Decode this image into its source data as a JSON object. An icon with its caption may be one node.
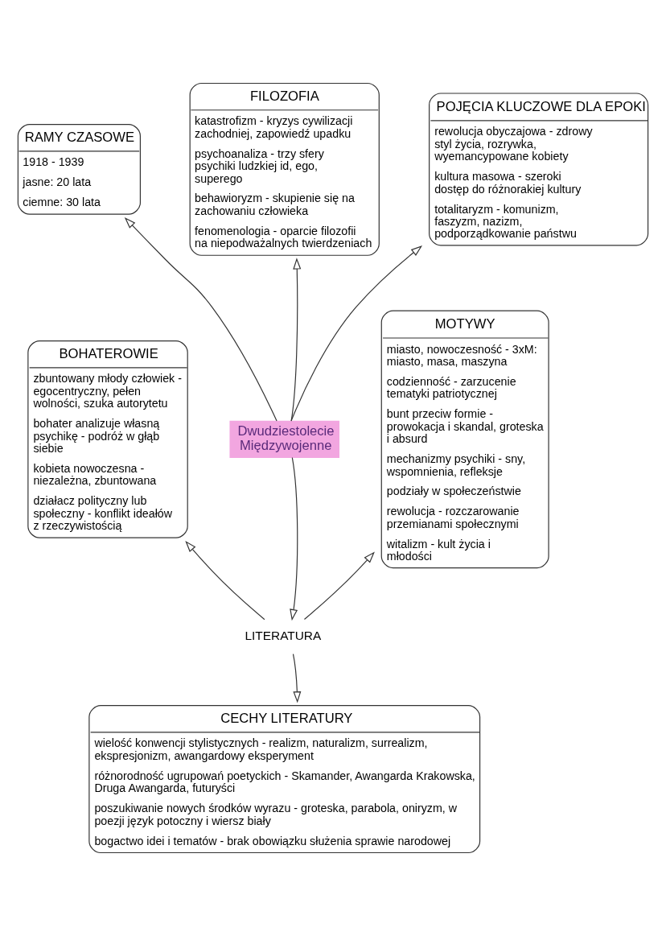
{
  "diagram": {
    "nodes": [
      {
        "text": [
          "RAMY CZASOWE",
          "1918 - 1939",
          "jasne: 20 lata",
          "ciemne: 30 lata"
        ]
      },
      {
        "text": [
          "FILOZOFIA",
          "katastrofizm - kryzys cywilizacji zachodniej, zapowiedź upadku",
          "psychoanaliza - trzy sfery psychiki ludzkiej id, ego, superego",
          "behawioryzm - skupienie się na zachowaniu człowieka",
          "fenomenologia - oparcie filozofii na niepodważalnych twierdzeniach"
        ]
      },
      {
        "text": [
          "POJĘCIA KLUCZOWE DLA EPOKI",
          "rewolucja obyczajowa - zdrowy styl życia, rozrywka, wyemancypowane kobiety",
          "kultura masowa - szeroki dostęp do różnorakiej kultury",
          "totalitaryzm - komunizm, faszyzm, nazizm, podporządkowanie państwu"
        ]
      },
      {
        "text": [
          "BOHATEROWIE",
          "zbuntowany młody człowiek - egocentryczny, pełen wolności, szuka autorytetu",
          "bohater analizuje własną psychikę - podróż w głąb siebie",
          "kobieta nowoczesna - niezależna, zbuntowana",
          "działacz polityczny lub społeczny - konflikt ideałów z rzeczywistością"
        ]
      },
      {
        "text": [
          "Dwudziestolecie Międzywojenne"
        ]
      },
      {
        "text": [
          "LITERATURA"
        ]
      },
      {
        "text": [
          "MOTYWY",
          "miasto, nowoczesność - 3xM: miasto, masa, maszyna",
          "codzienność - zarzucenie tematyki patriotycznej",
          "bunt przeciw formie - prowokacja i skandal, groteska i absurd",
          "mechanizmy psychiki - sny, wspomnienia, refleksje",
          "podziały w społeczeństwie",
          "rewolucja - rozczarowanie przemianami społecznymi",
          "witalizm - kult życia i młodości"
        ]
      },
      {
        "text": [
          "CECHY LITERATURY",
          "wielość konwencji stylistycznych - realizm, naturalizm, surrealizm, ekspresjonizm, awangardowy eksperyment",
          "różnorodność ugrupowań poetyckich - Skamander, Awangarda Krakowska, Druga Awangarda, futuryści",
          "poszukiwanie nowych środków wyrazu - groteska, parabola, oniryzm, w poezji język potoczny i wiersz biały",
          "bogactwo idei i tematów - brak obowiązku służenia sprawie narodowej"
        ]
      }
    ],
    "edges": [
      {
        "from": 4,
        "to": 0,
        "arrow": "to"
      },
      {
        "from": 4,
        "to": 1,
        "arrow": "to"
      },
      {
        "from": 4,
        "to": 2,
        "arrow": "to"
      },
      {
        "from": 4,
        "to": 5,
        "arrow": "to"
      },
      {
        "from": 5,
        "to": 3,
        "arrow": "to"
      },
      {
        "from": 5,
        "to": 6,
        "arrow": "to"
      },
      {
        "from": 5,
        "to": 7,
        "arrow": "to"
      }
    ]
  }
}
